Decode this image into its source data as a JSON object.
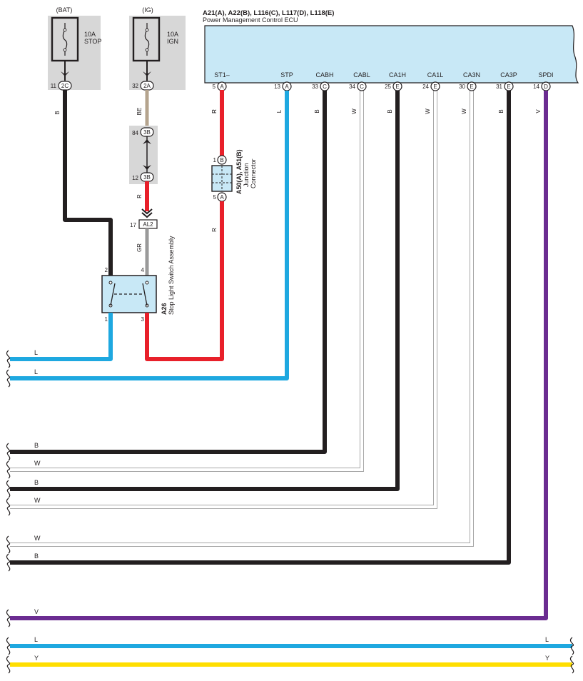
{
  "colors": {
    "black": "#231f20",
    "red": "#e8202a",
    "blue": "#1ea8e0",
    "violet": "#6b2c91",
    "yellow": "#ffde00",
    "tan": "#b5a48e",
    "gray": "#9a9a9a",
    "white_wire": "#a8a8a8",
    "ecu_fill": "#c8e8f6",
    "shade": "#d7d7d7"
  },
  "ecu": {
    "title": "A21(A), A22(B), L116(C), L117(D), L118(E)",
    "subtitle": "Power Management Control ECU",
    "pins": [
      {
        "name": "ST1–",
        "number": "5",
        "connector": "A",
        "wire": "R"
      },
      {
        "name": "STP",
        "number": "13",
        "connector": "A",
        "wire": "L"
      },
      {
        "name": "CABH",
        "number": "33",
        "connector": "C",
        "wire": "B"
      },
      {
        "name": "CABL",
        "number": "34",
        "connector": "C",
        "wire": "W"
      },
      {
        "name": "CA1H",
        "number": "25",
        "connector": "E",
        "wire": "B"
      },
      {
        "name": "CA1L",
        "number": "24",
        "connector": "E",
        "wire": "W"
      },
      {
        "name": "CA3N",
        "number": "30",
        "connector": "E",
        "wire": "W"
      },
      {
        "name": "CA3P",
        "number": "31",
        "connector": "E",
        "wire": "B"
      },
      {
        "name": "SPDI",
        "number": "14",
        "connector": "D",
        "wire": "V"
      }
    ]
  },
  "fuses": [
    {
      "supply": "(BAT)",
      "rating": "10A",
      "name": "STOP",
      "pin": "11",
      "connector": "2C",
      "wire": "B"
    },
    {
      "supply": "(IG)",
      "rating": "10A",
      "name": "IGN",
      "pin": "32",
      "connector": "2A",
      "wire": "BE"
    }
  ],
  "junction_3b": {
    "top_pin": "84",
    "bottom_pin": "12",
    "connector": "3B",
    "wire_below": "R"
  },
  "al2": {
    "pin": "17",
    "connector": "AL2",
    "wire_below": "GR"
  },
  "stop_light_switch": {
    "code": "A26",
    "name": "Stop Light Switch Assembly",
    "pins": [
      "2",
      "4",
      "1",
      "3"
    ]
  },
  "junction_connector": {
    "code": "A50(A), A51(B)",
    "name_line1": "Junction",
    "name_line2": "Connector",
    "top_pin": "1",
    "top_connector": "B",
    "bottom_pin": "5",
    "bottom_connector": "A",
    "wire_above": "R",
    "wire_below": "R"
  },
  "bus_lines": [
    {
      "label": "L",
      "color": "blue"
    },
    {
      "label": "L",
      "color": "blue"
    },
    {
      "label": "B",
      "color": "black"
    },
    {
      "label": "W",
      "color": "white_wire"
    },
    {
      "label": "B",
      "color": "black"
    },
    {
      "label": "W",
      "color": "white_wire"
    },
    {
      "label": "W",
      "color": "white_wire"
    },
    {
      "label": "B",
      "color": "black"
    },
    {
      "label": "V",
      "color": "violet"
    },
    {
      "label": "L",
      "color": "blue",
      "right_label": "L"
    },
    {
      "label": "Y",
      "color": "yellow",
      "right_label": "Y"
    }
  ]
}
